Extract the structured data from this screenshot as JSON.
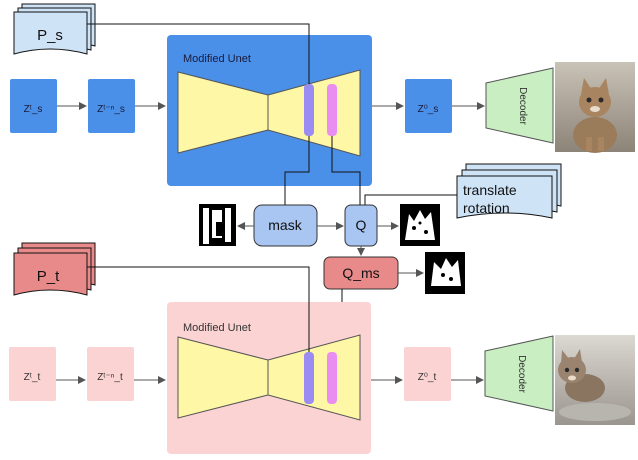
{
  "source": {
    "prompt_label": "P_s",
    "unet_label": "Modified Unet",
    "latent_start": "Zᵗ_s",
    "latent_mid": "Zᵗ⁻ⁿ_s",
    "latent_end": "Z⁰_s",
    "decoder_label": "Decoder"
  },
  "target": {
    "prompt_label": "P_t",
    "unet_label": "Modified Unet",
    "latent_start": "Zᵗ_t",
    "latent_mid": "Zᵗ⁻ⁿ_t",
    "latent_end": "Z⁰_t",
    "decoder_label": "Decoder"
  },
  "middle": {
    "mask_label": "mask",
    "q_label": "Q",
    "qms_label": "Q_ms",
    "transform_line1": "translate",
    "transform_line2": "rotation"
  },
  "colors": {
    "source_panel": "#4a90e8",
    "target_panel": "#fcd3d3",
    "unet_fill": "#fdf7a6",
    "purple_bar": "#9a8cf2",
    "pink_bar": "#e98ef0",
    "decoder_fill": "#c8eec2",
    "qms_fill": "#e88a8a",
    "doc_source": "#cfe3f7",
    "doc_target": "#e88a8a"
  }
}
